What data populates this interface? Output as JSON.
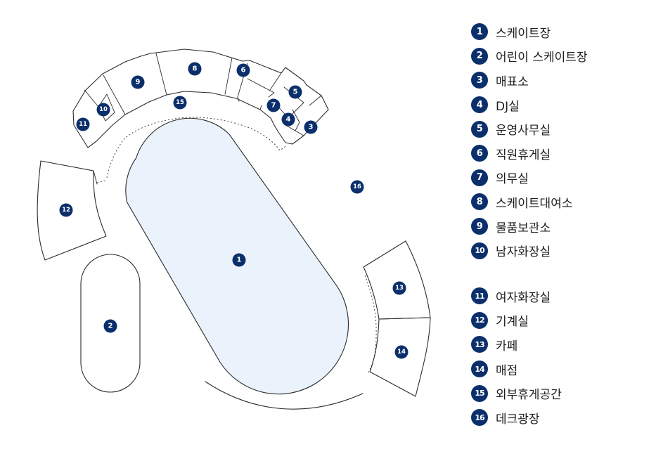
{
  "map": {
    "marker_color": "#0b2f6b",
    "rink_color": "#eaf2fc",
    "markers": [
      {
        "id": "1",
        "label": "1"
      },
      {
        "id": "2",
        "label": "2"
      },
      {
        "id": "3",
        "label": "3"
      },
      {
        "id": "4",
        "label": "4"
      },
      {
        "id": "5",
        "label": "5"
      },
      {
        "id": "6",
        "label": "6"
      },
      {
        "id": "7",
        "label": "7"
      },
      {
        "id": "8",
        "label": "8"
      },
      {
        "id": "9",
        "label": "9"
      },
      {
        "id": "10",
        "label": "10"
      },
      {
        "id": "11",
        "label": "11"
      },
      {
        "id": "12",
        "label": "12"
      },
      {
        "id": "13",
        "label": "13"
      },
      {
        "id": "14",
        "label": "14"
      },
      {
        "id": "15",
        "label": "15"
      },
      {
        "id": "16",
        "label": "16"
      }
    ]
  },
  "legend": {
    "items": [
      {
        "num": "1",
        "label": "스케이트장"
      },
      {
        "num": "2",
        "label": "어린이 스케이트장"
      },
      {
        "num": "3",
        "label": "매표소"
      },
      {
        "num": "4",
        "label": "DJ실"
      },
      {
        "num": "5",
        "label": "운영사무실"
      },
      {
        "num": "6",
        "label": "직원휴게실"
      },
      {
        "num": "7",
        "label": "의무실"
      },
      {
        "num": "8",
        "label": "스케이트대여소"
      },
      {
        "num": "9",
        "label": "물품보관소"
      },
      {
        "num": "10",
        "label": "남자화장실"
      },
      {
        "num": "11",
        "label": "여자화장실"
      },
      {
        "num": "12",
        "label": "기계실"
      },
      {
        "num": "13",
        "label": "카페"
      },
      {
        "num": "14",
        "label": "매점"
      },
      {
        "num": "15",
        "label": "외부휴게공간"
      },
      {
        "num": "16",
        "label": "데크광장"
      }
    ]
  }
}
